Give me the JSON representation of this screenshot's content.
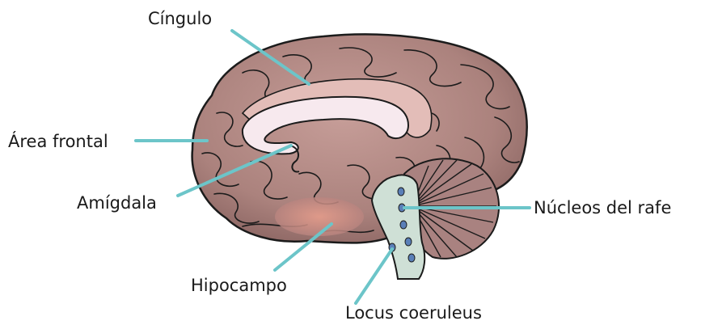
{
  "labels": {
    "cingulo": "Cíngulo",
    "area_frontal": "Área frontal",
    "amigdala": "Amígdala",
    "hipocampo": "Hipocampo",
    "locus_coeruleus": "Locus coeruleus",
    "nucleos_rafe": "Núcleos del rafe"
  },
  "colors": {
    "leader_line": "#6cc5c9",
    "brain_fill": "#b58b86",
    "brain_outline": "#1b1b1b",
    "corpus_callosum": "#f7e9ee",
    "cingulate_fill": "#e3bdb8",
    "brainstem_fill": "#cfe0d6",
    "nucleus_dot": "#5a7fb8",
    "cerebellum_fill": "#a98280"
  }
}
